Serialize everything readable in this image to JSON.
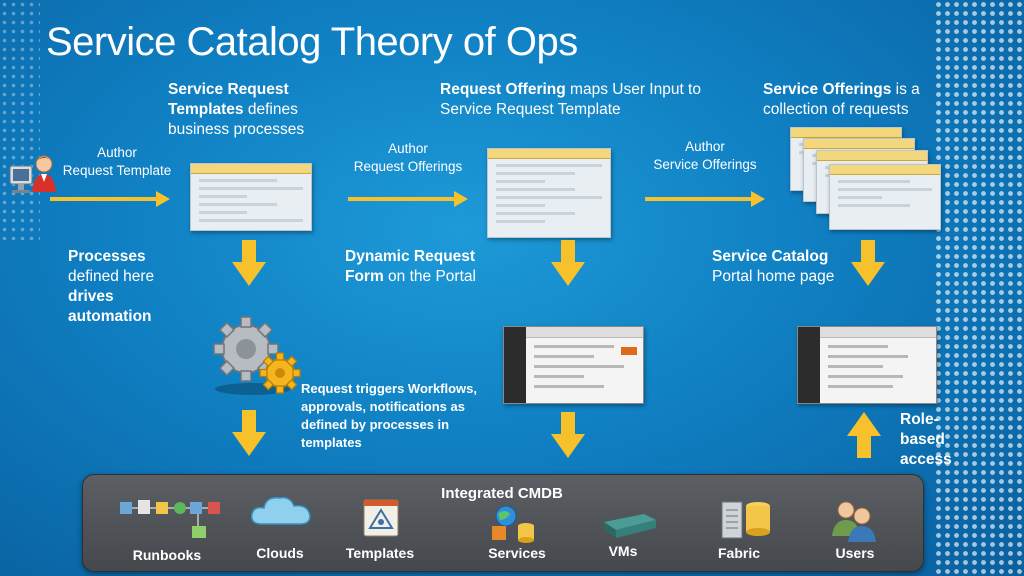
{
  "title": "Service Catalog Theory of Ops",
  "top_descriptions": [
    {
      "bold": "Service Request Templates",
      "text": " defines business processes"
    },
    {
      "bold": "Request Offering",
      "text": " maps User Input to Service Request Template"
    },
    {
      "bold": "Service Offerings",
      "text": " is a collection of requests"
    }
  ],
  "authors": [
    {
      "line1": "Author",
      "line2": "Request  Template"
    },
    {
      "line1": "Author",
      "line2": "Request Offerings"
    },
    {
      "line1": "Author",
      "line2": "Service Offerings"
    }
  ],
  "mid_descriptions": {
    "processes": {
      "bold1": "Processes",
      "text1": "defined here",
      "bold2": "drives automation"
    },
    "dynamic": {
      "bold": "Dynamic Request Form",
      "text": " on the Portal"
    },
    "catalog": {
      "bold": "Service Catalog",
      "text": "Portal home page"
    }
  },
  "workflow_note": "Request triggers Workflows, approvals, notifications as defined by processes in templates",
  "role_access": "Role-based access",
  "cmdb": {
    "title": "Integrated CMDB",
    "items": [
      {
        "label": "Runbooks",
        "icon": "runbooks-icon"
      },
      {
        "label": "Clouds",
        "icon": "cloud-icon"
      },
      {
        "label": "Templates",
        "icon": "template-icon"
      },
      {
        "label": "Services",
        "icon": "services-icon"
      },
      {
        "label": "VMs",
        "icon": "vm-icon"
      },
      {
        "label": "Fabric",
        "icon": "fabric-icon"
      },
      {
        "label": "Users",
        "icon": "users-icon"
      }
    ]
  },
  "colors": {
    "arrow": "#f7c12b",
    "background": "#0f7fc2",
    "cmdb_panel": "#505357"
  }
}
